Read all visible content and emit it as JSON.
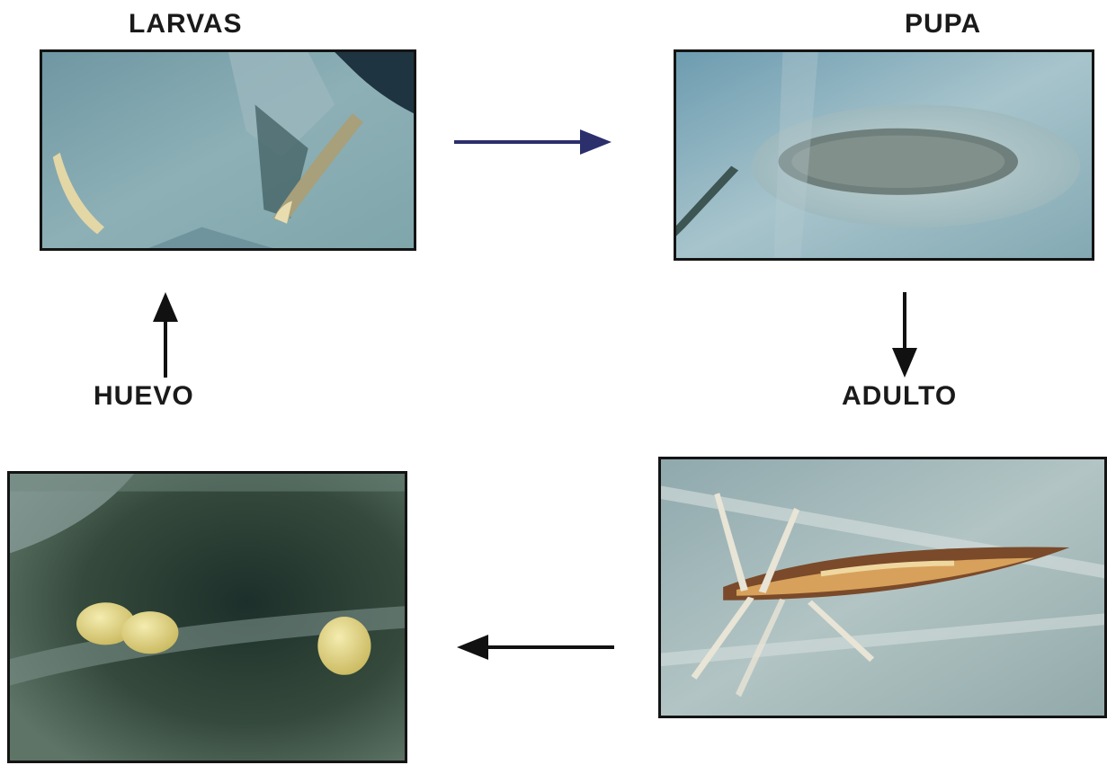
{
  "stages": {
    "larvae": {
      "label": "LARVAS"
    },
    "pupa": {
      "label": "PUPA"
    },
    "adult": {
      "label": "ADULTO"
    },
    "egg": {
      "label": "HUEVO"
    }
  },
  "colors": {
    "arrow_blue": "#2b2f6b",
    "arrow_black": "#111111",
    "frame": "#141414",
    "leaf_blue": "#7fa3ad",
    "leaf_dark": "#1f3a3a",
    "egg_yellow": "#e6d98a",
    "moth_orange": "#c9884a"
  },
  "icons": {
    "larvae_photo": "larvae-on-leaf-photo",
    "pupa_photo": "pupa-on-leaf-photo",
    "adult_photo": "moth-on-leaf-photo",
    "egg_photo": "eggs-on-leaf-photo"
  }
}
